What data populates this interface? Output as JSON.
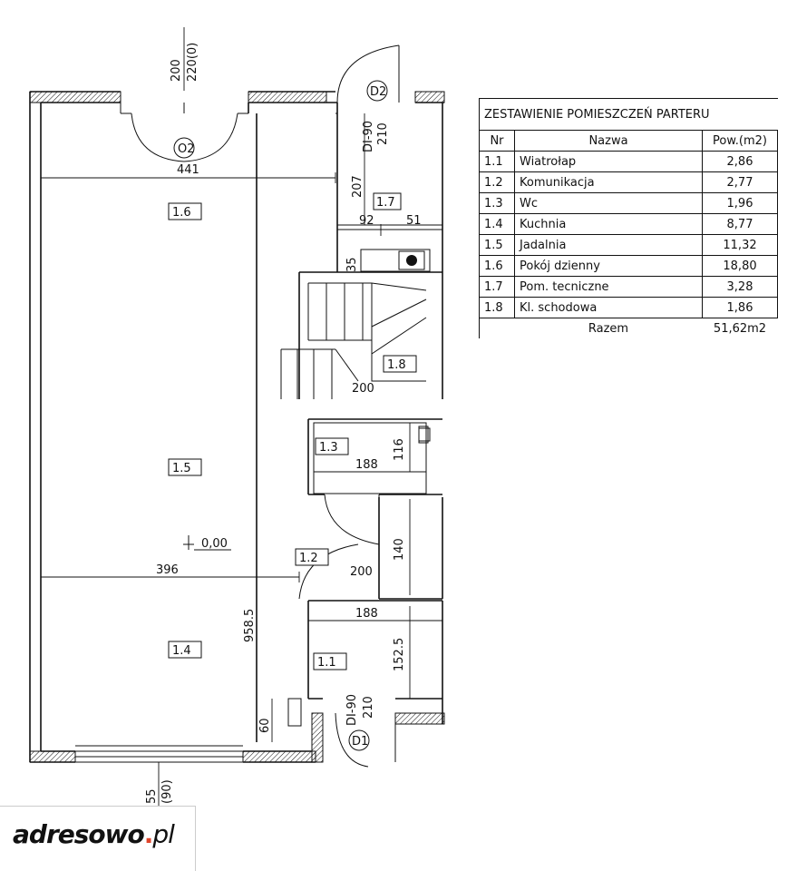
{
  "schedule": {
    "title": "ZESTAWIENIE POMIESZCZEŃ PARTERU",
    "headers": {
      "nr": "Nr",
      "name": "Nazwa",
      "area": "Pow.(m2)"
    },
    "rows": [
      {
        "nr": "1.1",
        "name": "Wiatrołap",
        "area": "2,86"
      },
      {
        "nr": "1.2",
        "name": "Komunikacja",
        "area": "2,77"
      },
      {
        "nr": "1.3",
        "name": "Wc",
        "area": "1,96"
      },
      {
        "nr": "1.4",
        "name": "Kuchnia",
        "area": "8,77"
      },
      {
        "nr": "1.5",
        "name": "Jadalnia",
        "area": "11,32"
      },
      {
        "nr": "1.6",
        "name": "Pokój dzienny",
        "area": "18,80"
      },
      {
        "nr": "1.7",
        "name": "Pom. tecniczne",
        "area": "3,28"
      },
      {
        "nr": "1.8",
        "name": "Kl. schodowa",
        "area": "1,86"
      }
    ],
    "total_label": "Razem",
    "total_value": "51,62m2"
  },
  "plan": {
    "rooms": [
      "1.1",
      "1.2",
      "1.3",
      "1.4",
      "1.5",
      "1.6",
      "1.7",
      "1.8"
    ],
    "dims": {
      "top_opening_a": "200",
      "top_opening_b": "220(0)",
      "width_top": "441",
      "width_mid": "396",
      "height_total": "958.5",
      "d207": "207",
      "d92": "92",
      "d51": "51",
      "d35": "35",
      "d116": "116",
      "d188_wc": "188",
      "d140": "140",
      "d200_hall": "200",
      "d200_stair": "200",
      "d188_vest": "188",
      "d152": "152.5",
      "d60": "60",
      "d55": "55",
      "d90": "(90)",
      "level": "0,00",
      "door_code_top": "DI-90",
      "door_h_top": "210",
      "door_code_bot": "DI-90",
      "door_h_bot": "210"
    },
    "door_tags": [
      "O2",
      "D2",
      "D1"
    ]
  },
  "logo": {
    "main": "adresowo",
    "dot": ".",
    "tld": "pl"
  }
}
